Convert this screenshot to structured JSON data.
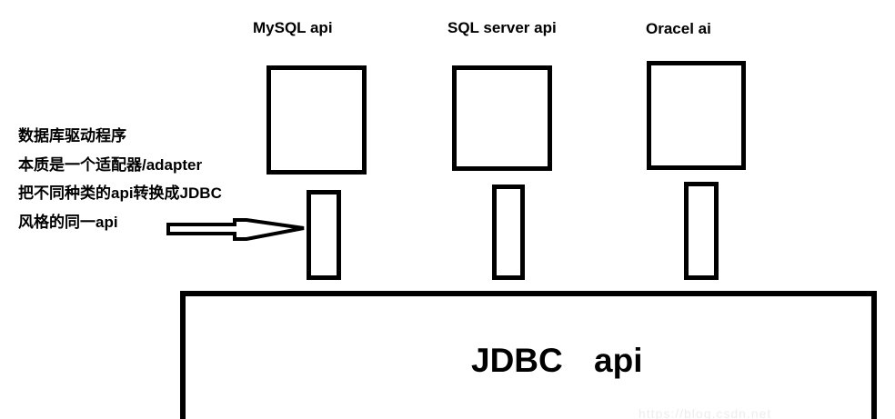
{
  "annotation": {
    "lines": [
      "数据库驱动程序",
      "本质是一个适配器/adapter",
      "把不同种类的api转换成JDBC",
      "风格的同一api"
    ]
  },
  "drivers": [
    {
      "api_label": "MySQL api"
    },
    {
      "api_label": "SQL server api"
    },
    {
      "api_label": "Oracel ai"
    }
  ],
  "jdbc": {
    "label": "JDBC api"
  },
  "watermark": {
    "text": "https://blog.csdn.net"
  },
  "colors": {
    "ink": "#000000",
    "background": "#ffffff",
    "watermark": "#ededf0"
  }
}
